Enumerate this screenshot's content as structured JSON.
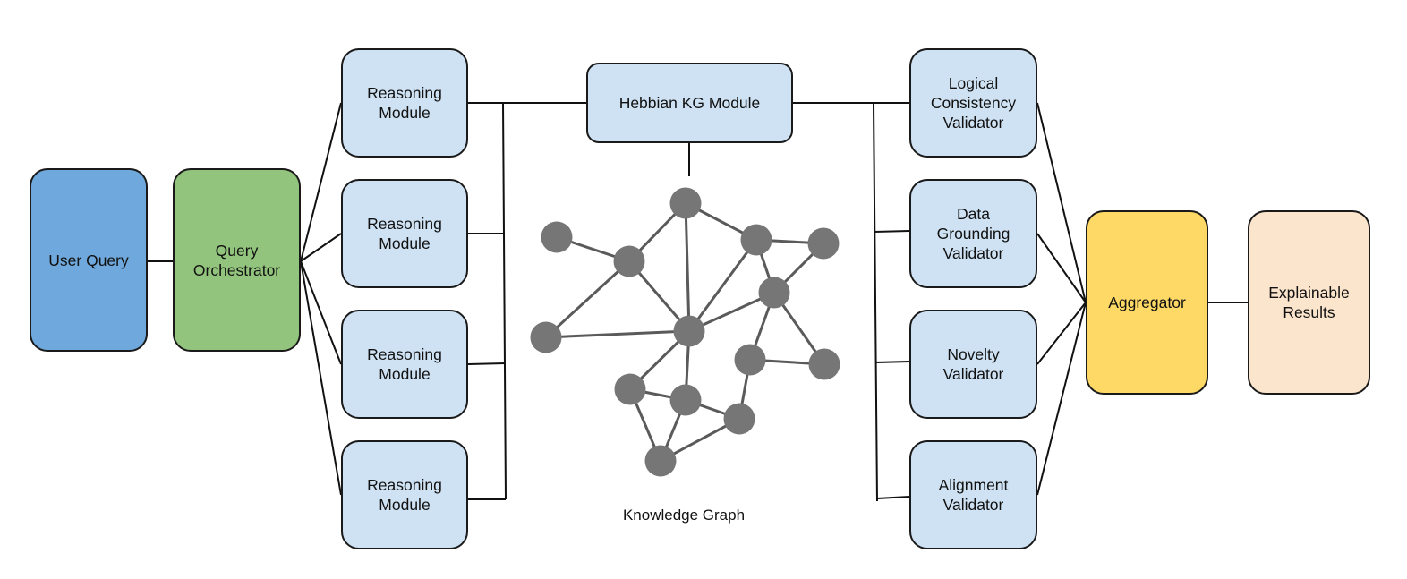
{
  "colors": {
    "user_query": "#6fa8dc",
    "orchestrator": "#93c47d",
    "module": "#cfe2f3",
    "aggregator": "#fed966",
    "results": "#fce5cd",
    "line": "#111111",
    "node": "#767676",
    "edge": "#5a5a5a"
  },
  "nodes": {
    "user_query": "User Query",
    "orchestrator": "Query\nOrchestrator",
    "reasoning": [
      "Reasoning\nModule",
      "Reasoning\nModule",
      "Reasoning\nModule",
      "Reasoning\nModule"
    ],
    "hebbian": "Hebbian KG Module",
    "validators": [
      "Logical\nConsistency\nValidator",
      "Data\nGrounding\nValidator",
      "Novelty\nValidator",
      "Alignment\nValidator"
    ],
    "aggregator": "Aggregator",
    "results": "Explainable\nResults"
  },
  "knowledge_graph": {
    "label": "Knowledge Graph"
  }
}
